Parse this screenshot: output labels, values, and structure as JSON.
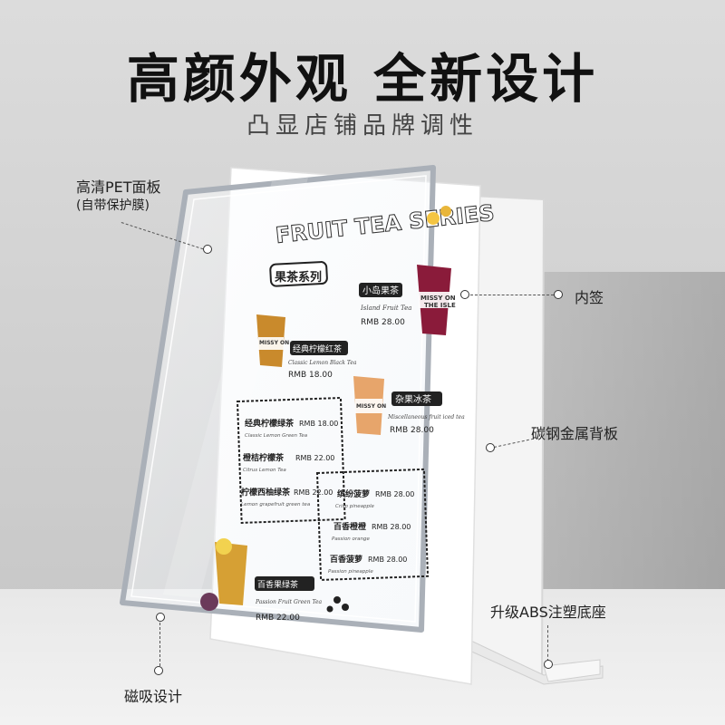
{
  "headline": "高颜外观 全新设计",
  "subline": "凸显店铺品牌调性",
  "callouts": {
    "pet_panel": "高清PET面板",
    "pet_panel_note": "(自带保护膜)",
    "insert": "内签",
    "back_plate": "碳钢金属背板",
    "base": "升级ABS注塑底座",
    "magnetic": "磁吸设计"
  },
  "menu": {
    "title": "FRUIT TEA SERIES",
    "section": "果茶系列",
    "featured": [
      {
        "name": "小岛果茶",
        "en": "Island Fruit Tea",
        "price": "RMB 28.00"
      },
      {
        "name": "经典柠檬红茶",
        "en": "Classic Lemon Black Tea",
        "price": "RMB 18.00"
      },
      {
        "name": "杂果冰茶",
        "en": "Miscellaneous fruit iced tea",
        "price": "RMB 28.00"
      },
      {
        "name": "百香果绿茶",
        "en": "Passion Fruit Green Tea",
        "price": "RMB 22.00"
      }
    ],
    "list_left": [
      {
        "name": "经典柠檬绿茶",
        "en": "Classic Lemon Green Tea",
        "price": "RMB 18.00"
      },
      {
        "name": "橙桔柠檬茶",
        "en": "Citrus Lemon Tea",
        "price": "RMB 22.00"
      },
      {
        "name": "柠檬西柚绿茶",
        "en": "Lemon grapefruit green tea",
        "price": "RMB 22.00"
      }
    ],
    "list_right": [
      {
        "name": "缤纷菠萝",
        "en": "Crisp pineapple",
        "price": "RMB 28.00"
      },
      {
        "name": "百香橙橙",
        "en": "Passion orange",
        "price": "RMB 28.00"
      },
      {
        "name": "百香菠萝",
        "en": "Passion pineapple",
        "price": "RMB 28.00"
      }
    ],
    "cup_text": [
      "MISSY ON",
      "THE ISLE"
    ]
  },
  "colors": {
    "frame": "#b8bcc4",
    "headline": "#111111",
    "berry": "#8a1b3a",
    "tea": "#c98a2c"
  }
}
